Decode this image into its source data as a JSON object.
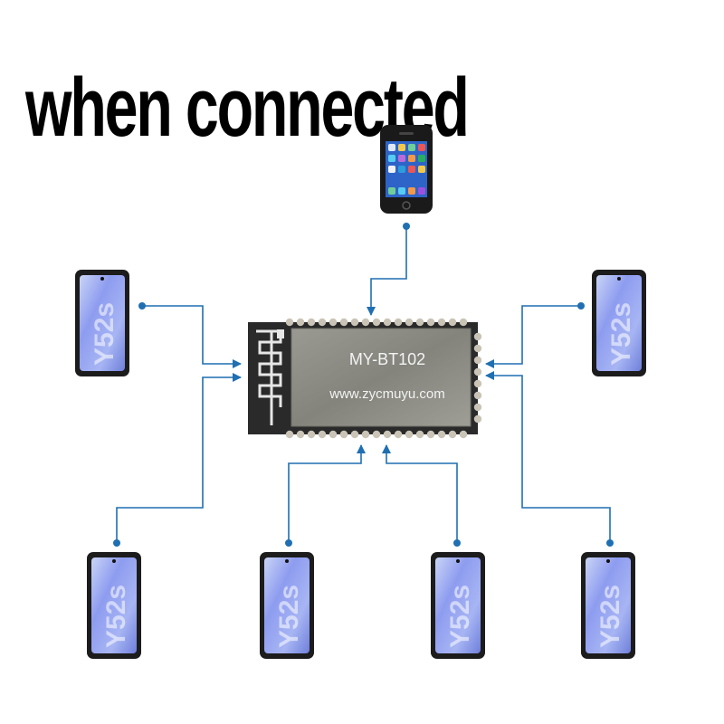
{
  "title": "when connected",
  "module": {
    "model": "MY-BT102",
    "url": "www.zycmuyu.com"
  },
  "phone_brand": "Y52s",
  "colors": {
    "connector": "#1f6fb2",
    "module_body": "#2a2a2a",
    "module_shield": "#8d8d85",
    "pin": "#c9c4b6"
  }
}
